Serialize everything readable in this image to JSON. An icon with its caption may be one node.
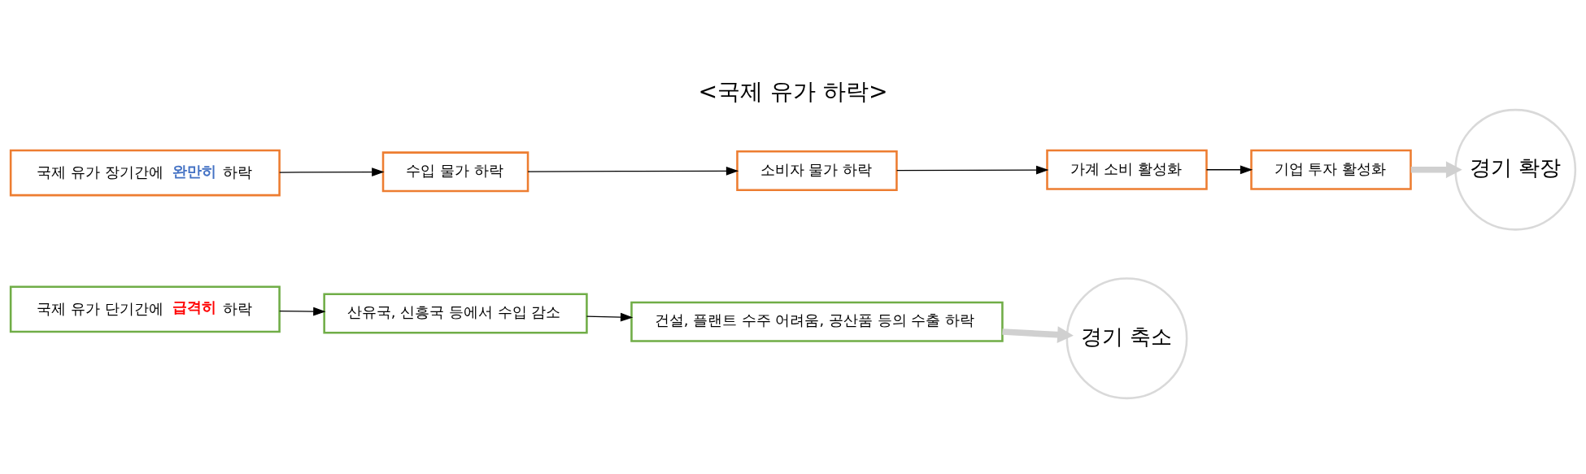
{
  "diagram": {
    "title": "<국제 유가 하락>",
    "nodes": [
      {
        "text": [
          "국제 유가 장기간에 **완만히** 하락"
        ]
      },
      {
        "text": [
          "수입 물가 하락"
        ]
      },
      {
        "text": [
          "소비자 물가 하락"
        ]
      },
      {
        "text": [
          "가계 소비 활성화"
        ]
      },
      {
        "text": [
          "기업 투자 활성화"
        ]
      },
      {
        "text": [
          "경기 확장"
        ]
      },
      {
        "text": [
          "국제 유가 단기간에 **급격히** 하락"
        ]
      },
      {
        "text": [
          "산유국, 신흥국 등에서 수입 감소"
        ]
      },
      {
        "text": [
          "건설, 플랜트 수주 어려움, 공산품 등의 수출 하락"
        ]
      },
      {
        "text": [
          "경기 축소"
        ]
      }
    ],
    "edges": [
      {
        "from": 0,
        "to": 1,
        "arrow": "to"
      },
      {
        "from": 1,
        "to": 2,
        "arrow": "to"
      },
      {
        "from": 2,
        "to": 3,
        "arrow": "to"
      },
      {
        "from": 3,
        "to": 4,
        "arrow": "to"
      },
      {
        "from": 4,
        "to": 5,
        "arrow": "to",
        "style": "thick",
        "color": "#d0d0d0"
      },
      {
        "from": 6,
        "to": 7,
        "arrow": "to"
      },
      {
        "from": 7,
        "to": 8,
        "arrow": "to"
      },
      {
        "from": 8,
        "to": 9,
        "arrow": "to",
        "style": "thick",
        "color": "#d0d0d0"
      }
    ]
  }
}
